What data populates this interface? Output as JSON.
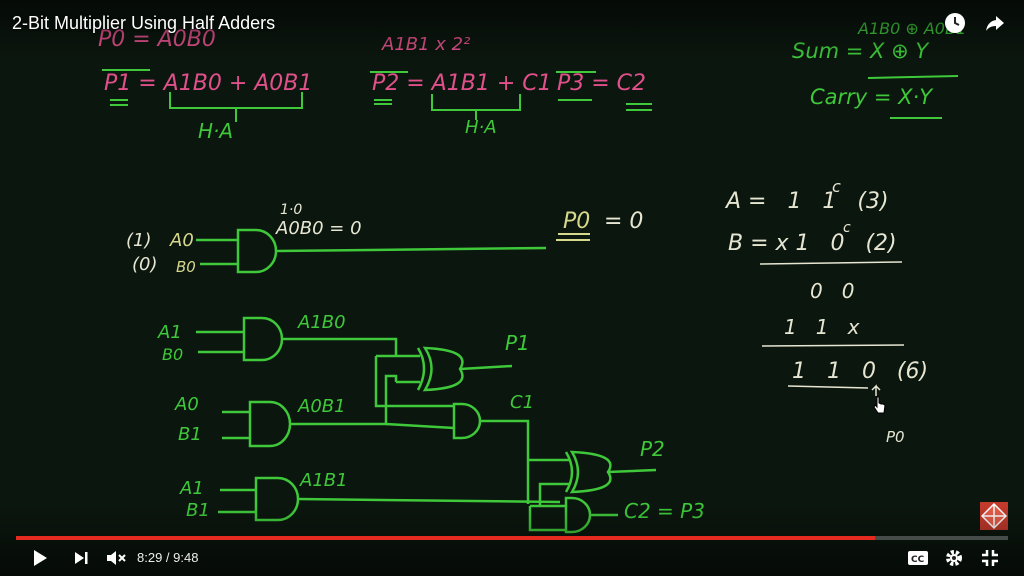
{
  "video": {
    "title": "2-Bit Multiplier Using Half Adders",
    "time_display": "8:29 / 9:48",
    "progress_percent": 86.6
  },
  "icons": {
    "watch_later": "clock-icon",
    "share": "share-icon",
    "play": "play-icon",
    "next": "next-icon",
    "mute": "volume-muted-icon",
    "captions": "cc-icon",
    "settings": "gear-icon",
    "fullscreen": "exit-fullscreen-icon",
    "channel_logo": "channel-logo-icon"
  },
  "colors": {
    "board_bg": "#0b160e",
    "chalk_green": "#3ec83a",
    "chalk_pink": "#e0508a",
    "chalk_white": "#e6e6d2",
    "chalk_olive": "#d6d88c",
    "progress_red": "#e52b1f"
  },
  "board": {
    "top_left": {
      "p0_eq": "P0 = A0B0",
      "p1_eq": "P1 = A1B0 + A0B1",
      "p1_ha": "H·A",
      "mid_pink": "A1B1 x 2²",
      "p2_eq": "P2 = A1B1 + C1",
      "p2_ha": "H·A",
      "p3_eq": "P3 = C2"
    },
    "top_right": {
      "xor_note": "A1B0 ⊕ A0B1",
      "sum": "Sum = X ⊕ Y",
      "carry": "Carry = X·Y"
    },
    "circuit": {
      "l_label": "(1)",
      "o_label": "(0)",
      "a0": "A0",
      "b0": "B0",
      "one_dot_zero": "1·0",
      "a0b0_eq": "A0B0 = 0",
      "p0_out": "P0",
      "p0_out_val": "= 0",
      "a1_1": "A1",
      "b0_1": "B0",
      "a1b0": "A1B0",
      "p1": "P1",
      "a0_2": "A0",
      "b1_2": "B1",
      "a0b1": "A0B1",
      "c1": "C1",
      "p2": "P2",
      "a1_3": "A1",
      "b1_3": "B1",
      "a1b1": "A1B1",
      "c2_p3": "C2 = P3"
    },
    "calc": {
      "a_row": "A =   1   1   (3)",
      "b_row": "B = x 1   0   (2)",
      "r1": "0   0",
      "r2": "1   1   x",
      "res": "1   1   0   (6)",
      "p0_note": "P0",
      "carry_mark": "c"
    }
  }
}
